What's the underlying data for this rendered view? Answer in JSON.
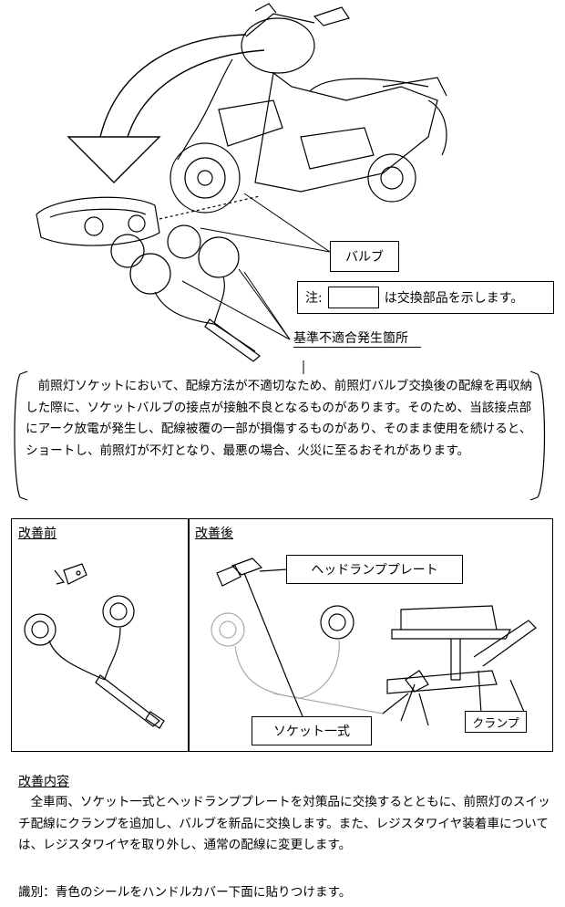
{
  "callouts": {
    "bulb": "バルブ",
    "note_prefix": "注:",
    "note_suffix": "は交換部品を示します。",
    "defect_location": "基準不適合発生箇所"
  },
  "description": "　前照灯ソケットにおいて、配線方法が不適切なため、前照灯バルブ交換後の配線を再収納した際に、ソケットバルブの接点が接触不良となるものがあります。そのため、当該接点部にアーク放電が発生し、配線被覆の一部が損傷するものがあり、そのまま使用を続けると、ショートし、前照灯が不灯となり、最悪の場合、火災に至るおそれがあります。",
  "before_panel": {
    "title": "改善前"
  },
  "after_panel": {
    "title": "改善後",
    "headlamp_plate": "ヘッドランププレート",
    "socket_set": "ソケット一式",
    "clamp": "クランプ"
  },
  "improvement": {
    "title": "改善内容",
    "body": "　全車両、ソケット一式とヘッドランププレートを対策品に交換するとともに、前照灯のスイッチ配線にクランプを追加し、バルブを新品に交換します。また、レジスタワイヤ装着車については、レジスタワイヤを取り外し、通常の配線に変更します。"
  },
  "identification": "識別：青色のシールをハンドルカバー下面に貼りつけます。"
}
